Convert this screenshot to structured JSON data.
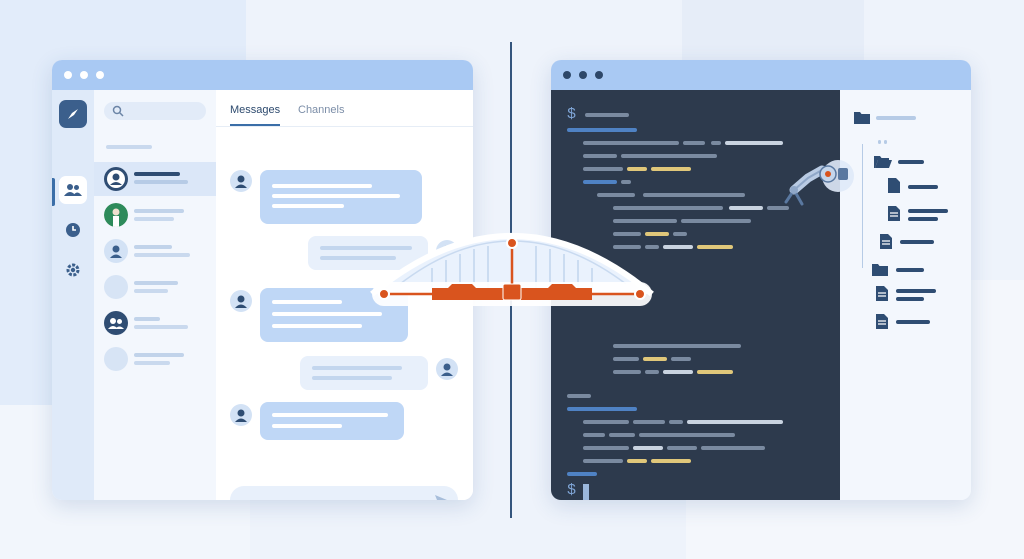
{
  "chat_app": {
    "tabs": [
      {
        "label": "Messages"
      },
      {
        "label": "Channels"
      }
    ],
    "active_tab": "Messages",
    "nav_rail": [
      "compass-icon",
      "users-icon",
      "clock-icon",
      "gear-icon"
    ],
    "conversations_count": 6
  },
  "terminal": {
    "prompt_top": "$",
    "prompt_bottom": "$"
  },
  "colors": {
    "accent": "#3b6ea8",
    "bridge": "#d9541e",
    "terminal_bg": "#2d3a4d",
    "titlebar": "#a9c9f3",
    "code_blue": "#4f82c4",
    "code_gray": "#7a8aa0",
    "code_yellow": "#e0c77a",
    "code_white": "#c9d3e0"
  }
}
